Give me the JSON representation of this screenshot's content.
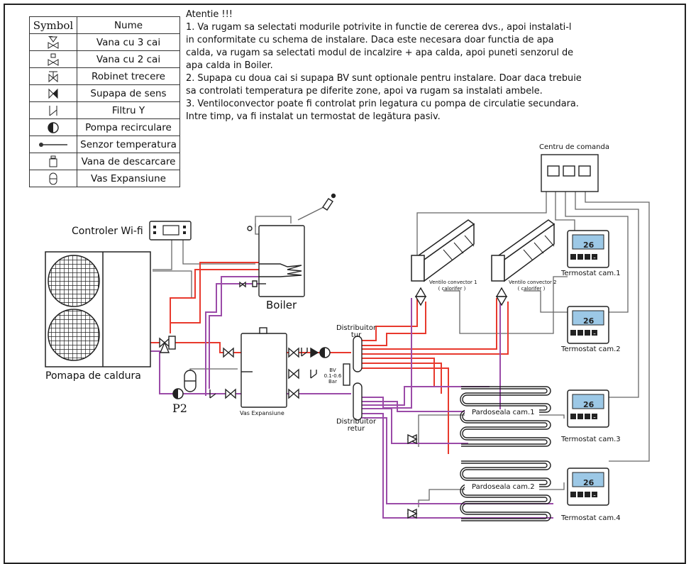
{
  "legend": {
    "header_symbol": "Symbol",
    "header_name": "Nume",
    "rows": [
      {
        "icon": "three-way-valve-icon",
        "label": "Vana cu 3 cai"
      },
      {
        "icon": "two-way-valve-icon",
        "label": "Vana cu 2 cai"
      },
      {
        "icon": "shutoff-valve-icon",
        "label": "Robinet trecere"
      },
      {
        "icon": "check-valve-icon",
        "label": "Supapa de sens"
      },
      {
        "icon": "y-filter-icon",
        "label": "Filtru Y"
      },
      {
        "icon": "circulation-pump-icon",
        "label": "Pompa recirculare"
      },
      {
        "icon": "temperature-sensor-icon",
        "label": "Senzor temperatura"
      },
      {
        "icon": "drain-valve-icon",
        "label": "Vana de descarcare"
      },
      {
        "icon": "expansion-vessel-icon",
        "label": "Vas Expansiune"
      }
    ]
  },
  "notes": {
    "heading": "Atentie !!!",
    "lines": [
      "1. Va rugam sa selectati modurile potrivite in functie de cererea dvs., apoi instalati-l",
      "in conformitate cu schema de instalare. Daca este necesara doar functia de apa",
      "calda, va rugam sa selectati modul de incalzire + apa calda, apoi puneti senzorul de",
      "apa calda in Boiler.",
      "2. Supapa cu doua cai si supapa BV sunt optionale pentru instalare. Doar daca trebuie",
      "sa controlati temperatura pe diferite zone, apoi va rugam sa instalati ambele.",
      "3. Ventiloconvector poate fi controlat prin legatura cu pompa de circulatie secundara.",
      "Intre timp, va fi instalat un termostat de legătura pasiv."
    ]
  },
  "labels": {
    "control_center": "Centru de comanda",
    "wifi_controller": "Controler Wi-fi",
    "boiler": "Boiler",
    "heat_pump": "Pomapa de caldura",
    "pump_p2": "P2",
    "expansion_tank": "Vas Expansiune",
    "distributor_supply_1": "Distribuitor",
    "distributor_supply_2": "tur",
    "distributor_return_1": "Distribuitor",
    "distributor_return_2": "retur",
    "bv_1": "BV",
    "bv_2": "0.1-0.6",
    "bv_3": "Bar",
    "fan_coil_1_line1": "Ventilo convector 1",
    "fan_coil_1_line2": "( calorifer )",
    "fan_coil_2_line1": "Ventilo convector 2",
    "fan_coil_2_line2": "( calorifer )",
    "floor_room_1": "Pardoseala cam.1",
    "floor_room_2": "Pardoseala cam.2",
    "thermostat_1": "Termostat cam.1",
    "thermostat_2": "Termostat cam.2",
    "thermostat_3": "Termostat cam.3",
    "thermostat_4": "Termostat cam.4",
    "thermostat_display": "26"
  },
  "colors": {
    "supply_pipe": "#e8392d",
    "return_pipe": "#9b4ba8",
    "wire": "#666666",
    "line": "#222222",
    "thermostat_screen": "#9cc8e6"
  }
}
